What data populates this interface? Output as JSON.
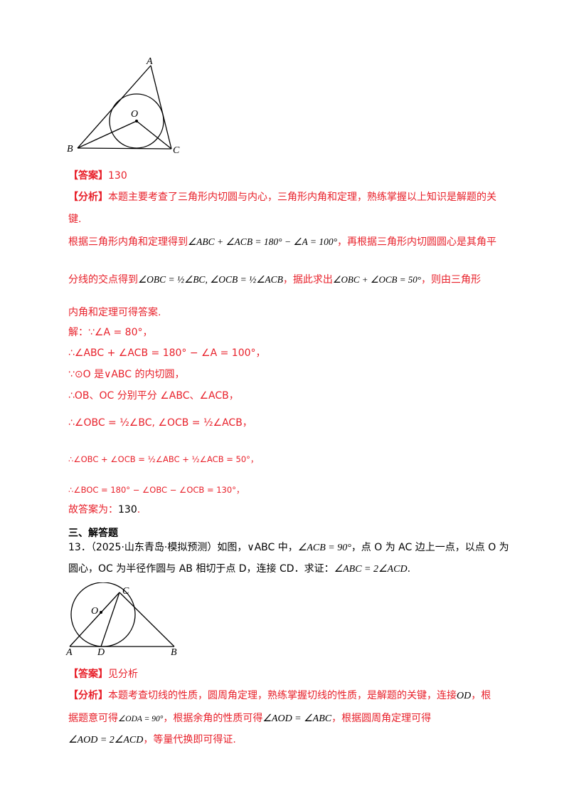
{
  "figure1": {
    "label_a": "A",
    "label_b": "B",
    "label_c": "C",
    "label_o": "O"
  },
  "q12": {
    "answer_tag": "【答案】",
    "answer_value": "130",
    "analysis_tag": "【分析】",
    "analysis_line1": "本题主要考查了三角形内切圆与内心，三角形内角和定理，熟练掌握以上知识是解题的关",
    "analysis_line2": "键.",
    "analysis_line3_a": "根据三角形内角和定理得到",
    "analysis_line3_math": "∠ABC + ∠ACB = 180° − ∠A = 100°",
    "analysis_line3_b": "，再根据三角形内切圆圆心是其角平",
    "analysis_line4_a": "分线的交点得到",
    "analysis_line4_math": "∠OBC = ½∠BC, ∠OCB = ½∠ACB",
    "analysis_line4_b": "，据此求出",
    "analysis_line4_math2": "∠OBC + ∠OCB = 50°",
    "analysis_line4_c": "，则由三角形",
    "analysis_line5": "内角和定理可得答案.",
    "sol1": "解：∵∠A = 80°，",
    "sol2": "∴∠ABC + ∠ACB = 180° − ∠A = 100°，",
    "sol3_a": "∵⊙O 是",
    "sol3_b": "∨ABC 的内切圆，",
    "sol4": "∴OB、OC 分别平分 ∠ABC、∠ACB，",
    "sol5": "∴∠OBC = ½∠BC, ∠OCB = ½∠ACB，",
    "sol6": "∴∠OBC + ∠OCB = ½∠ABC + ½∠ACB = 50°，",
    "sol7": "∴∠BOC = 180° − ∠OBC − ∠OCB = 130°，",
    "sol8_a": "故答案为：",
    "sol8_b": "130",
    "sol8_c": "."
  },
  "section3": {
    "title": "三、解答题"
  },
  "q13": {
    "line1_a": "13．（2025·山东青岛·模拟预测）如图，",
    "line1_b": "∨ABC 中，",
    "line1_c": "∠ACB = 90°",
    "line1_d": "，点 O 为 AC 边上一点，以点 O 为",
    "line2_a": "圆心，",
    "line2_b": "OC 为半径作圆与 AB 相切于点 D，连接 CD．求证：",
    "line2_c": "∠ABC = 2∠ACD",
    "line2_d": ".",
    "answer_tag": "【答案】",
    "answer_value": "见分析",
    "analysis_tag": "【分析】",
    "analysis_line1_a": "本题考查切线的性质，圆周角定理，熟练掌握切线的性质，是解题的关键，连接",
    "analysis_line1_b": "OD",
    "analysis_line1_c": "，根",
    "analysis_line2_a": "据题意可得",
    "analysis_line2_math": "∠ODA = 90°",
    "analysis_line2_b": "，根据余角的性质可得",
    "analysis_line2_math2": "∠AOD = ∠ABC",
    "analysis_line2_c": "，根据圆周角定理可得",
    "analysis_line3_math": "∠AOD = 2∠ACD",
    "analysis_line3_b": "，等量代换即可得证."
  },
  "figure2": {
    "label_a": "A",
    "label_b": "B",
    "label_c": "C",
    "label_d": "D",
    "label_o": "O"
  }
}
